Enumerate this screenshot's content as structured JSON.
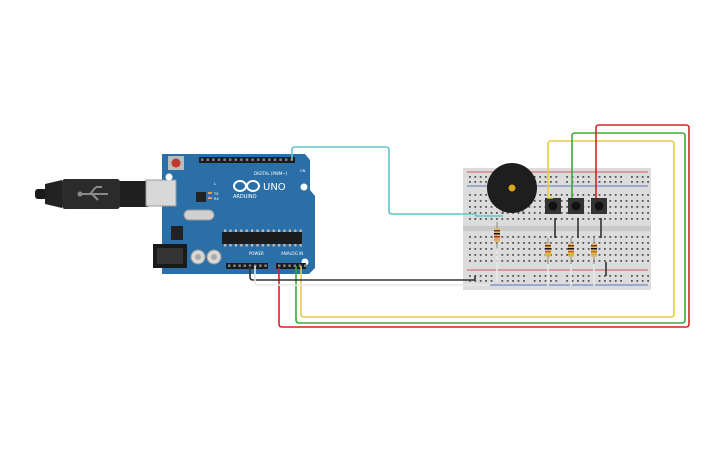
{
  "board": {
    "brand": "UNO",
    "logo_text": "ARDUINO",
    "digital_label": "DIGITAL (PWM~)",
    "power_label": "POWER",
    "analog_label": "ANALOG IN",
    "tx_label": "TX",
    "rx_label": "RX",
    "l_label": "L",
    "on_label": "ON"
  },
  "components": {
    "buzzer": "piezo",
    "pushbuttons": 3,
    "resistors_on_breadboard": 4
  },
  "colors": {
    "board": "#2a6fa8",
    "wire_cyan": "#5fc4cc",
    "wire_yellow": "#e6cf3b",
    "wire_green": "#3fa83a",
    "wire_red": "#d42424",
    "wire_black": "#333333",
    "wire_white": "#e8e8e8"
  }
}
